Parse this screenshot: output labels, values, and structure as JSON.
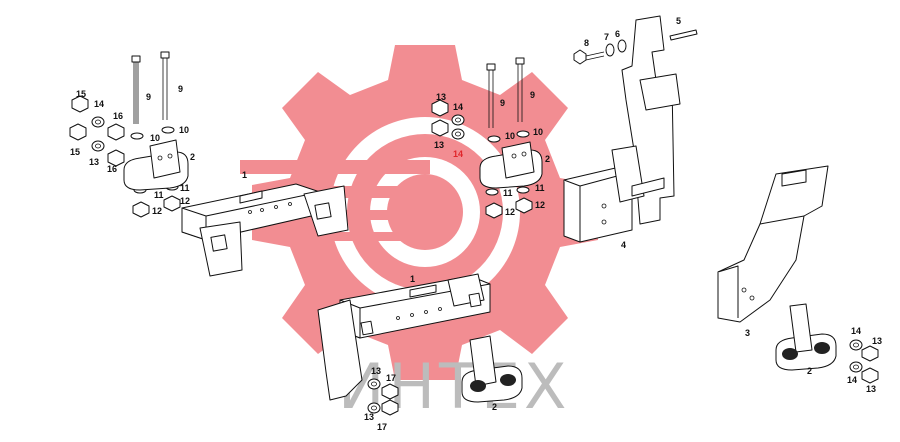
{
  "watermark": {
    "text": "ИНТЕХ",
    "color": "#f07a80"
  },
  "callouts": {
    "c1a": "1",
    "c1b": "1",
    "c2a": "2",
    "c2b": "2",
    "c2c": "2",
    "c2d": "2",
    "c3": "3",
    "c4": "4",
    "c5": "5",
    "c6": "6",
    "c7": "7",
    "c8": "8",
    "c9a": "9",
    "c9b": "9",
    "c9c": "9",
    "c9d": "9",
    "c10a": "10",
    "c10b": "10",
    "c10c": "10",
    "c10d": "10",
    "c11a": "11",
    "c11b": "11",
    "c12a": "12",
    "c12b": "12",
    "c12c": "12",
    "c12d": "12",
    "c13a": "13",
    "c13b": "13",
    "c13c": "13",
    "c13d": "13",
    "c13e": "13",
    "c13f": "13",
    "c13g": "13",
    "c14a": "14",
    "c14b": "14",
    "c14c": "14",
    "c14d": "14",
    "c14e": "14",
    "c15a": "15",
    "c15b": "15",
    "c16a": "16",
    "c16b": "16",
    "c17a": "17",
    "c17b": "17"
  }
}
